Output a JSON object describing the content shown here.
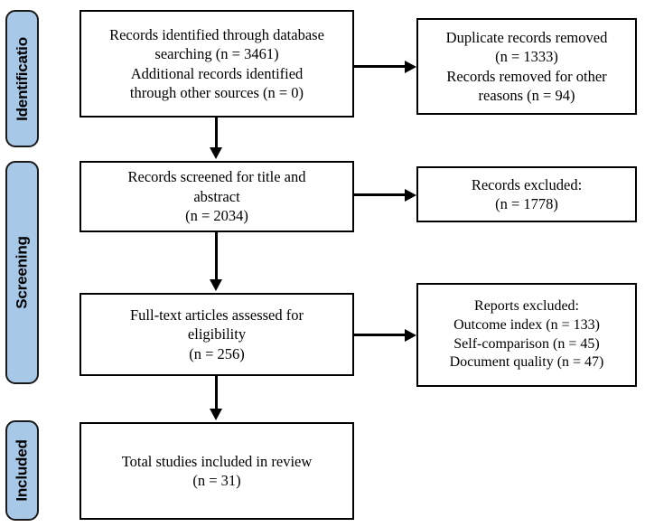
{
  "diagram": {
    "type": "prisma-flow-diagram",
    "accent_color": "#a8c8e8",
    "border_color": "#000000",
    "background_color": "#ffffff"
  },
  "phases": [
    {
      "id": "identification",
      "label": "Identificatio"
    },
    {
      "id": "screening",
      "label": "Screening"
    },
    {
      "id": "included",
      "label": "Included"
    }
  ],
  "boxes": {
    "identified": {
      "lines": [
        "Records identified through database",
        "searching (n = 3461)",
        "Additional records identified",
        "through other sources (n = 0)"
      ]
    },
    "duplicates": {
      "lines": [
        "Duplicate records removed",
        "(n = 1333)",
        "Records removed for other",
        "reasons (n = 94)"
      ]
    },
    "screened": {
      "lines": [
        "Records screened for title and",
        "abstract",
        "(n = 2034)"
      ]
    },
    "excluded": {
      "lines": [
        "Records excluded:",
        "(n = 1778)"
      ]
    },
    "fulltext": {
      "lines": [
        "Full-text articles assessed for",
        "eligibility",
        "(n = 256)"
      ]
    },
    "reports_excluded": {
      "lines": [
        "Reports excluded:",
        "Outcome index (n = 133)",
        "Self-comparison (n = 45)",
        "Document quality (n = 47)"
      ]
    },
    "included": {
      "lines": [
        "Total studies included in review",
        "(n = 31)"
      ]
    }
  },
  "chart_data": {
    "type": "flowchart",
    "title": "PRISMA flow diagram",
    "nodes": [
      {
        "id": "identified",
        "phase": "Identificatio",
        "label": "Records identified through database searching (n = 3461) Additional records identified through other sources (n = 0)",
        "n": 3461,
        "n_other_sources": 0
      },
      {
        "id": "duplicates",
        "phase": "Identificatio",
        "label": "Duplicate records removed (n = 1333) Records removed for other reasons (n = 94)",
        "n_duplicates": 1333,
        "n_other_reasons": 94
      },
      {
        "id": "screened",
        "phase": "Screening",
        "label": "Records screened for title and abstract (n = 2034)",
        "n": 2034
      },
      {
        "id": "excluded",
        "phase": "Screening",
        "label": "Records excluded: (n = 1778)",
        "n": 1778
      },
      {
        "id": "fulltext",
        "phase": "Screening",
        "label": "Full-text articles assessed for eligibility (n = 256)",
        "n": 256
      },
      {
        "id": "reports_excluded",
        "phase": "Screening",
        "label": "Reports excluded: Outcome index (n = 133) Self-comparison (n = 45) Document quality (n = 47)",
        "n_outcome_index": 133,
        "n_self_comparison": 45,
        "n_document_quality": 47
      },
      {
        "id": "included",
        "phase": "Included",
        "label": "Total studies included in review (n = 31)",
        "n": 31
      }
    ],
    "edges": [
      {
        "from": "identified",
        "to": "duplicates",
        "direction": "right"
      },
      {
        "from": "identified",
        "to": "screened",
        "direction": "down"
      },
      {
        "from": "screened",
        "to": "excluded",
        "direction": "right"
      },
      {
        "from": "screened",
        "to": "fulltext",
        "direction": "down"
      },
      {
        "from": "fulltext",
        "to": "reports_excluded",
        "direction": "right"
      },
      {
        "from": "fulltext",
        "to": "included",
        "direction": "down"
      }
    ]
  }
}
